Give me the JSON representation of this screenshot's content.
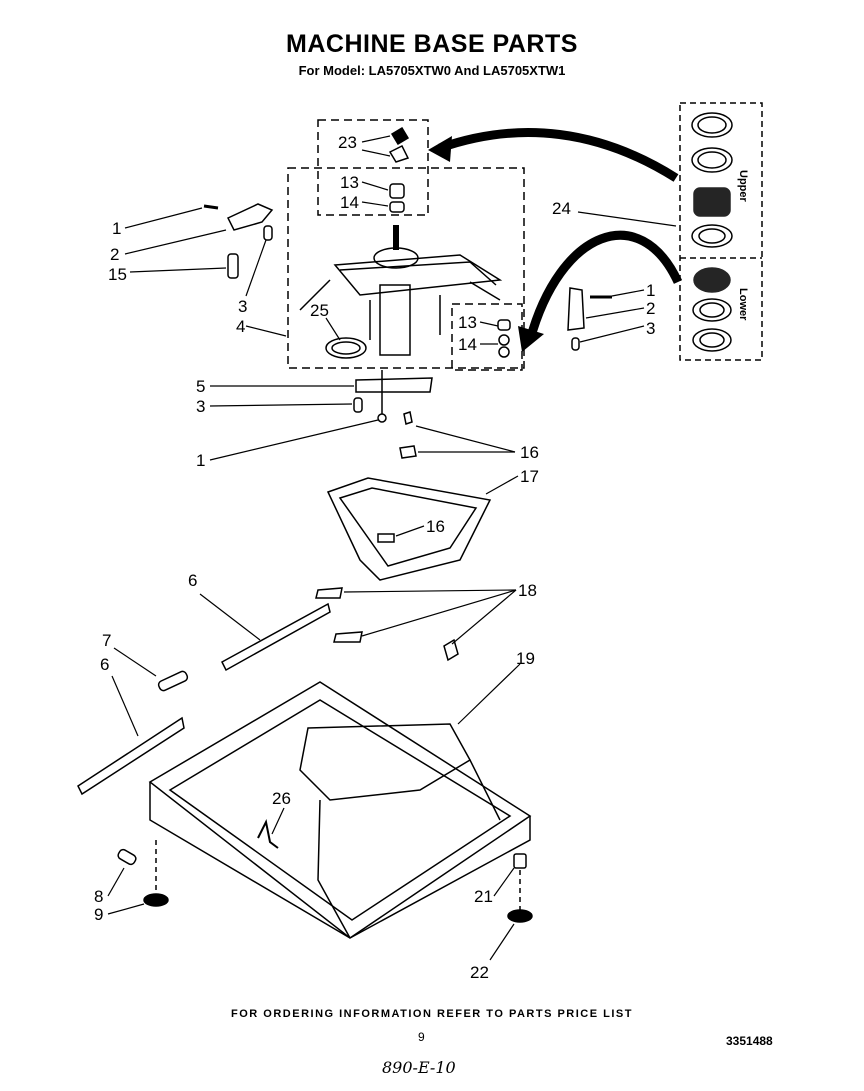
{
  "title": "MACHINE BASE PARTS",
  "subtitle": "For Model: LA5705XTW0 And LA5705XTW1",
  "side_labels": {
    "upper": "Upper",
    "lower": "Lower"
  },
  "callouts": {
    "c23": "23",
    "c13a": "13",
    "c14a": "14",
    "c1a": "1",
    "c2a": "2",
    "c15": "15",
    "c3a": "3",
    "c4": "4",
    "c25": "25",
    "c24": "24",
    "c1b": "1",
    "c2b": "2",
    "c3b": "3",
    "c13b": "13",
    "c14b": "14",
    "c5": "5",
    "c3c": "3",
    "c1c": "1",
    "c16a": "16",
    "c17": "17",
    "c16b": "16",
    "c6a": "6",
    "c18": "18",
    "c7": "7",
    "c6b": "6",
    "c19": "19",
    "c26": "26",
    "c8": "8",
    "c9": "9",
    "c21": "21",
    "c22": "22"
  },
  "footer": "FOR ORDERING INFORMATION REFER TO PARTS PRICE LIST",
  "page_number": "9",
  "doc_number": "3351488",
  "handwritten_note": "890-E-10"
}
